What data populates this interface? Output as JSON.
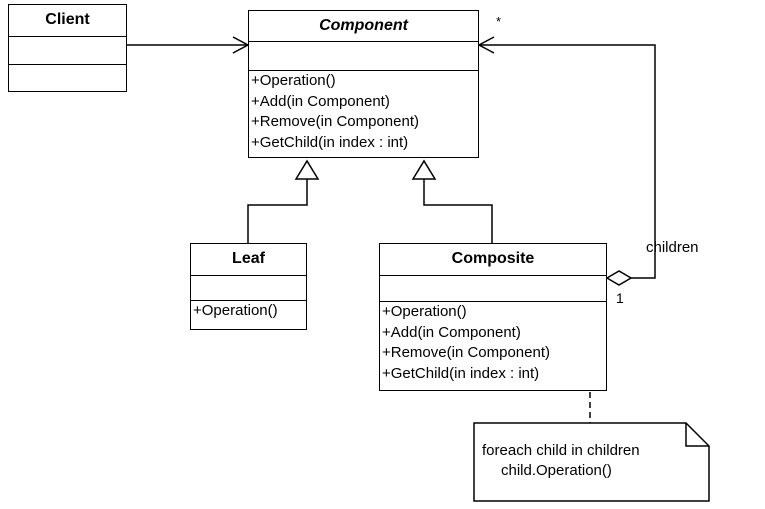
{
  "classes": {
    "client": {
      "name": "Client"
    },
    "component": {
      "name": "Component",
      "operations": [
        "+Operation()",
        "+Add(in Component)",
        "+Remove(in Component)",
        "+GetChild(in index : int)"
      ]
    },
    "leaf": {
      "name": "Leaf",
      "operations": [
        "+Operation()"
      ]
    },
    "composite": {
      "name": "Composite",
      "operations": [
        "+Operation()",
        "+Add(in Component)",
        "+Remove(in Component)",
        "+GetChild(in index : int)"
      ]
    }
  },
  "association": {
    "role": "children",
    "multiplicity_many": "*",
    "multiplicity_one": "1"
  },
  "note": {
    "lines": [
      "foreach child in children",
      "child.Operation()"
    ]
  }
}
